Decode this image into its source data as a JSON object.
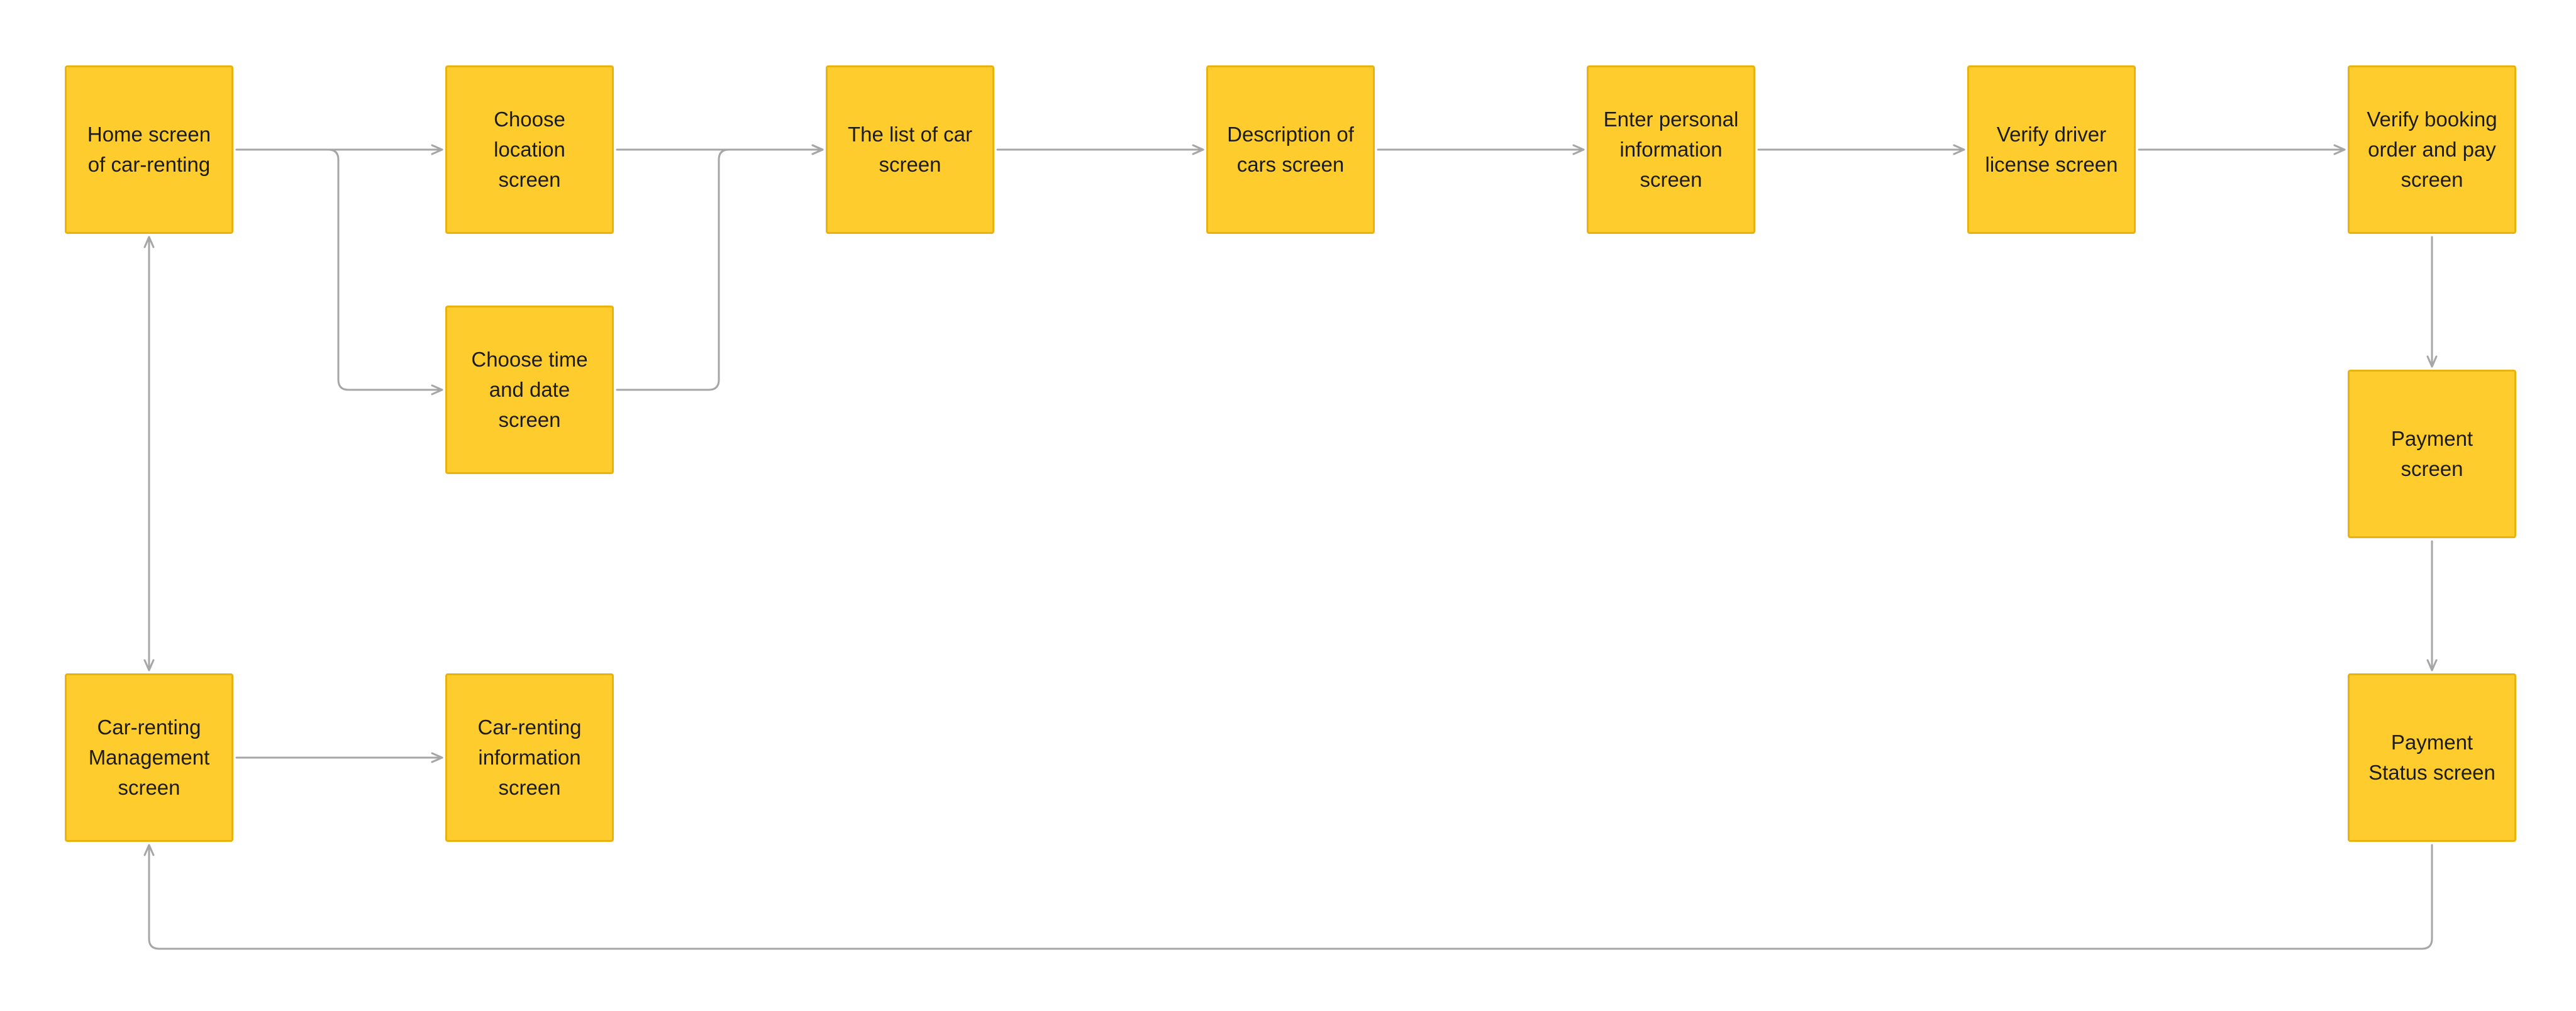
{
  "colors": {
    "node_fill": "#fecc2c",
    "node_border": "#e8b20f",
    "connector": "#a6a6a6",
    "text": "#1c1c1c",
    "background": "#ffffff"
  },
  "nodes": [
    {
      "id": "home",
      "label": "Home screen\nof car-renting"
    },
    {
      "id": "choose_location",
      "label": "Choose\nlocation\nscreen"
    },
    {
      "id": "choose_time",
      "label": "Choose time\nand date\nscreen"
    },
    {
      "id": "car_list",
      "label": "The list of car\nscreen"
    },
    {
      "id": "car_description",
      "label": "Description of\ncars screen"
    },
    {
      "id": "personal_info",
      "label": "Enter personal\ninformation\nscreen"
    },
    {
      "id": "verify_license",
      "label": "Verify driver\nlicense screen"
    },
    {
      "id": "verify_booking",
      "label": "Verify booking\norder and pay\nscreen"
    },
    {
      "id": "payment",
      "label": "Payment\nscreen"
    },
    {
      "id": "payment_status",
      "label": "Payment\nStatus screen"
    },
    {
      "id": "management",
      "label": "Car-renting\nManagement\nscreen"
    },
    {
      "id": "rental_info",
      "label": "Car-renting\ninformation\nscreen"
    }
  ],
  "edges": [
    {
      "from": "home",
      "to": "choose_location"
    },
    {
      "from": "home",
      "to": "choose_time"
    },
    {
      "from": "choose_location",
      "to": "car_list"
    },
    {
      "from": "choose_time",
      "to": "car_list"
    },
    {
      "from": "car_list",
      "to": "car_description"
    },
    {
      "from": "car_description",
      "to": "personal_info"
    },
    {
      "from": "personal_info",
      "to": "verify_license"
    },
    {
      "from": "verify_license",
      "to": "verify_booking"
    },
    {
      "from": "verify_booking",
      "to": "payment"
    },
    {
      "from": "payment",
      "to": "payment_status"
    },
    {
      "from": "payment_status",
      "to": "management"
    },
    {
      "from": "management",
      "to": "rental_info"
    },
    {
      "from": "home",
      "to": "management",
      "bidirectional": true
    }
  ]
}
